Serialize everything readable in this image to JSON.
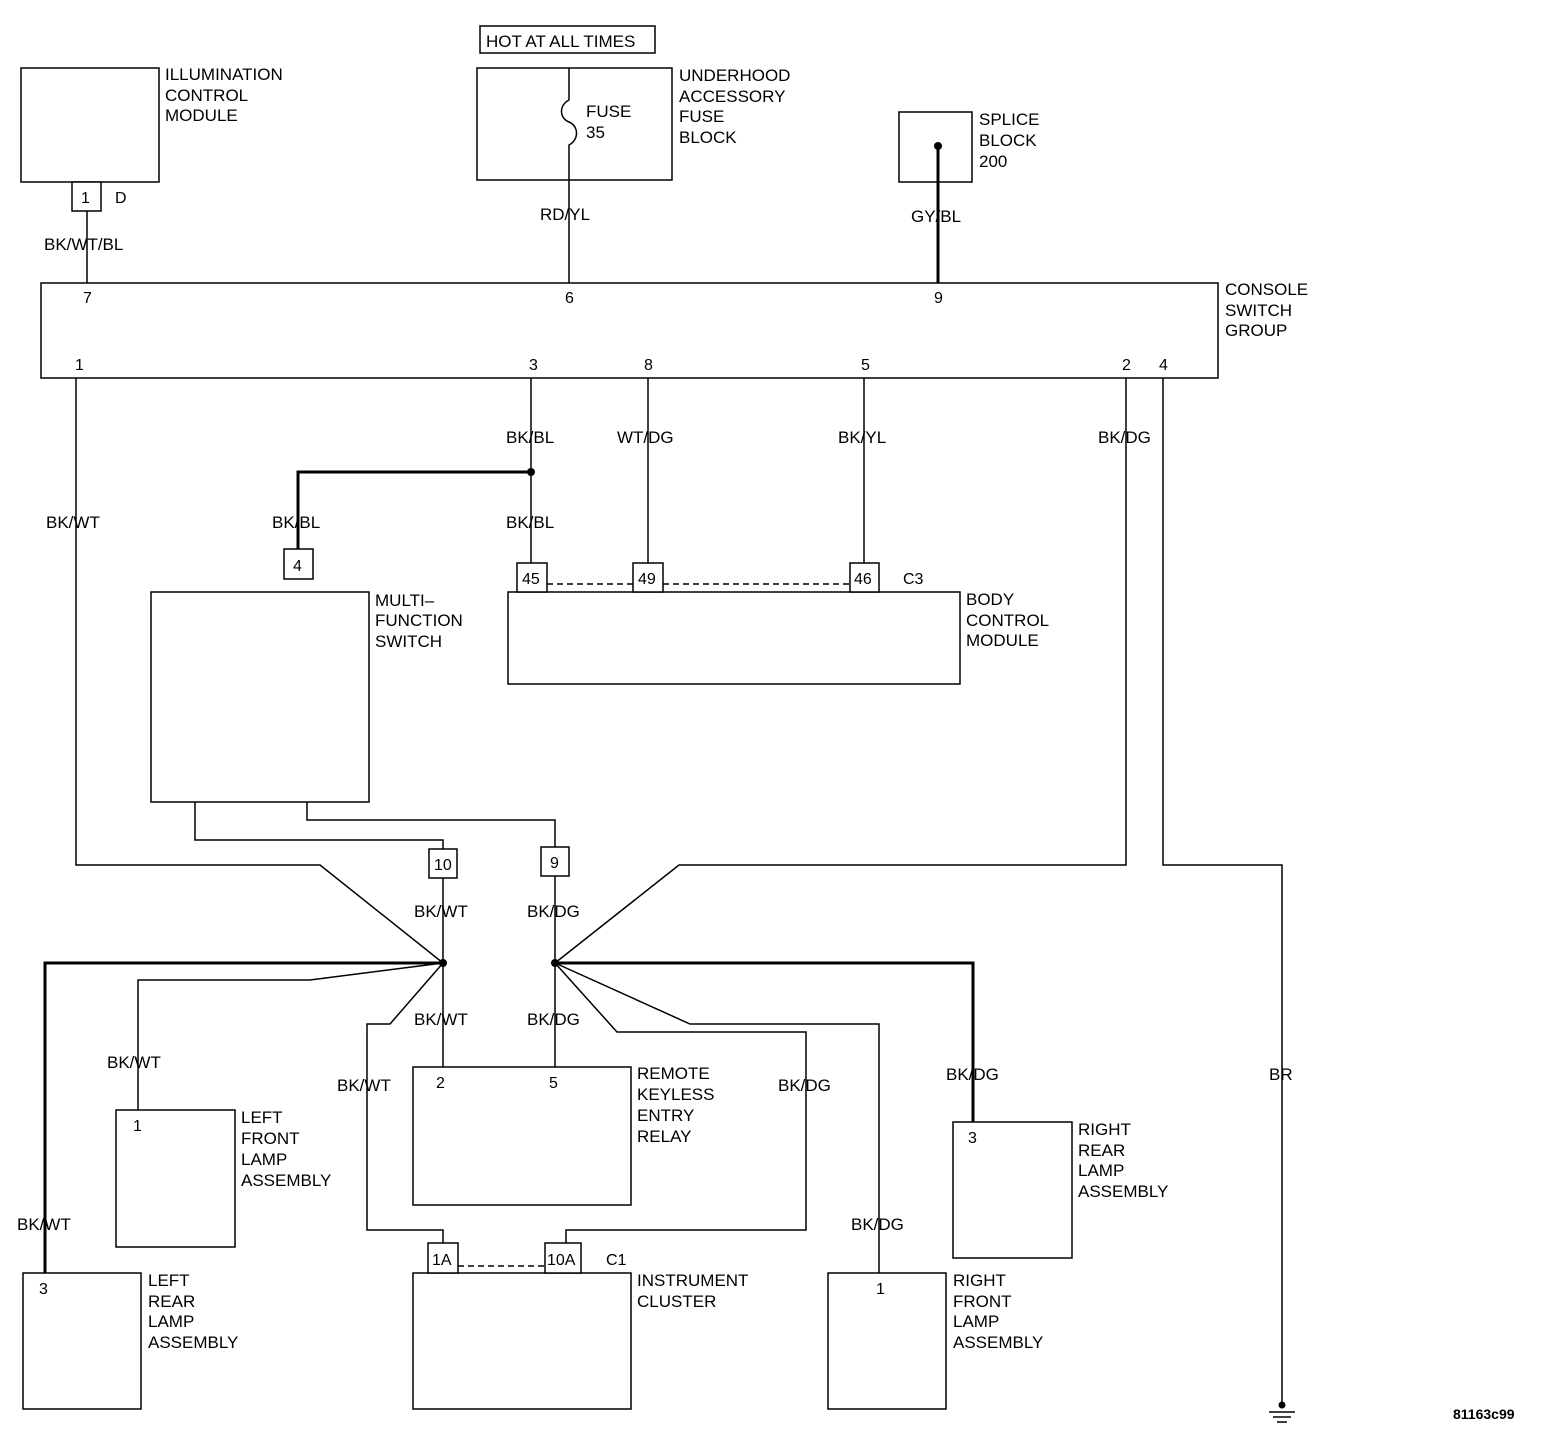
{
  "header": {
    "hot_label": "HOT AT ALL TIMES"
  },
  "components": {
    "icm": {
      "lines": [
        "ILLUMINATION",
        "CONTROL",
        "MODULE"
      ],
      "pin": "1",
      "connector": "D"
    },
    "fuse_block": {
      "lines": [
        "UNDERHOOD",
        "ACCESSORY",
        "FUSE",
        "BLOCK"
      ],
      "fuse_lines": [
        "FUSE",
        "35"
      ]
    },
    "splice": {
      "lines": [
        "SPLICE",
        "BLOCK",
        "200"
      ]
    },
    "console": {
      "lines": [
        "CONSOLE",
        "SWITCH",
        "GROUP"
      ],
      "top_pins": [
        "7",
        "6",
        "9"
      ],
      "bottom_pins": [
        "1",
        "3",
        "8",
        "5",
        "2",
        "4"
      ]
    },
    "mfs": {
      "lines": [
        "MULTI–",
        "FUNCTION",
        "SWITCH"
      ],
      "pin_top": "4",
      "pin_10": "10",
      "pin_9": "9"
    },
    "bcm": {
      "lines": [
        "BODY",
        "CONTROL",
        "MODULE"
      ],
      "pins": [
        "45",
        "49",
        "46"
      ],
      "connector": "C3"
    },
    "rke": {
      "lines": [
        "REMOTE",
        "KEYLESS",
        "ENTRY",
        "RELAY"
      ],
      "pins": [
        "2",
        "5"
      ]
    },
    "lfl": {
      "lines": [
        "LEFT",
        "FRONT",
        "LAMP",
        "ASSEMBLY"
      ],
      "pin": "1"
    },
    "lrl": {
      "lines": [
        "LEFT",
        "REAR",
        "LAMP",
        "ASSEMBLY"
      ],
      "pin": "3"
    },
    "ic": {
      "lines": [
        "INSTRUMENT",
        "CLUSTER"
      ],
      "pins": [
        "1A",
        "10A"
      ],
      "connector": "C1"
    },
    "rfl": {
      "lines": [
        "RIGHT",
        "FRONT",
        "LAMP",
        "ASSEMBLY"
      ],
      "pin": "1"
    },
    "rrl": {
      "lines": [
        "RIGHT",
        "REAR",
        "LAMP",
        "ASSEMBLY"
      ],
      "pin": "3"
    }
  },
  "wires": {
    "icm_out": "BK/WT/BL",
    "fuse_out": "RD/YL",
    "splice_out": "GY/BL",
    "console_pin1": "BK/WT",
    "console_pin3": "BK/BL",
    "console_pin8": "WT/DG",
    "console_pin5": "BK/YL",
    "console_pin2": "BK/DG",
    "mfs_feed": "BK/BL",
    "bcm45_feed": "BK/BL",
    "splice1_down": "BK/WT",
    "splice2_down": "BK/DG",
    "rke_pin2": "BK/WT",
    "rke_pin5": "BK/DG",
    "lfl_feed": "BK/WT",
    "ic1a_feed": "BK/WT",
    "lrl_feed": "BK/WT",
    "ic10a_feed": "BK/DG",
    "rfl_feed": "BK/DG",
    "rrl_feed": "BK/DG",
    "ground": "BR"
  },
  "footer": {
    "figure_id": "81163c99"
  }
}
